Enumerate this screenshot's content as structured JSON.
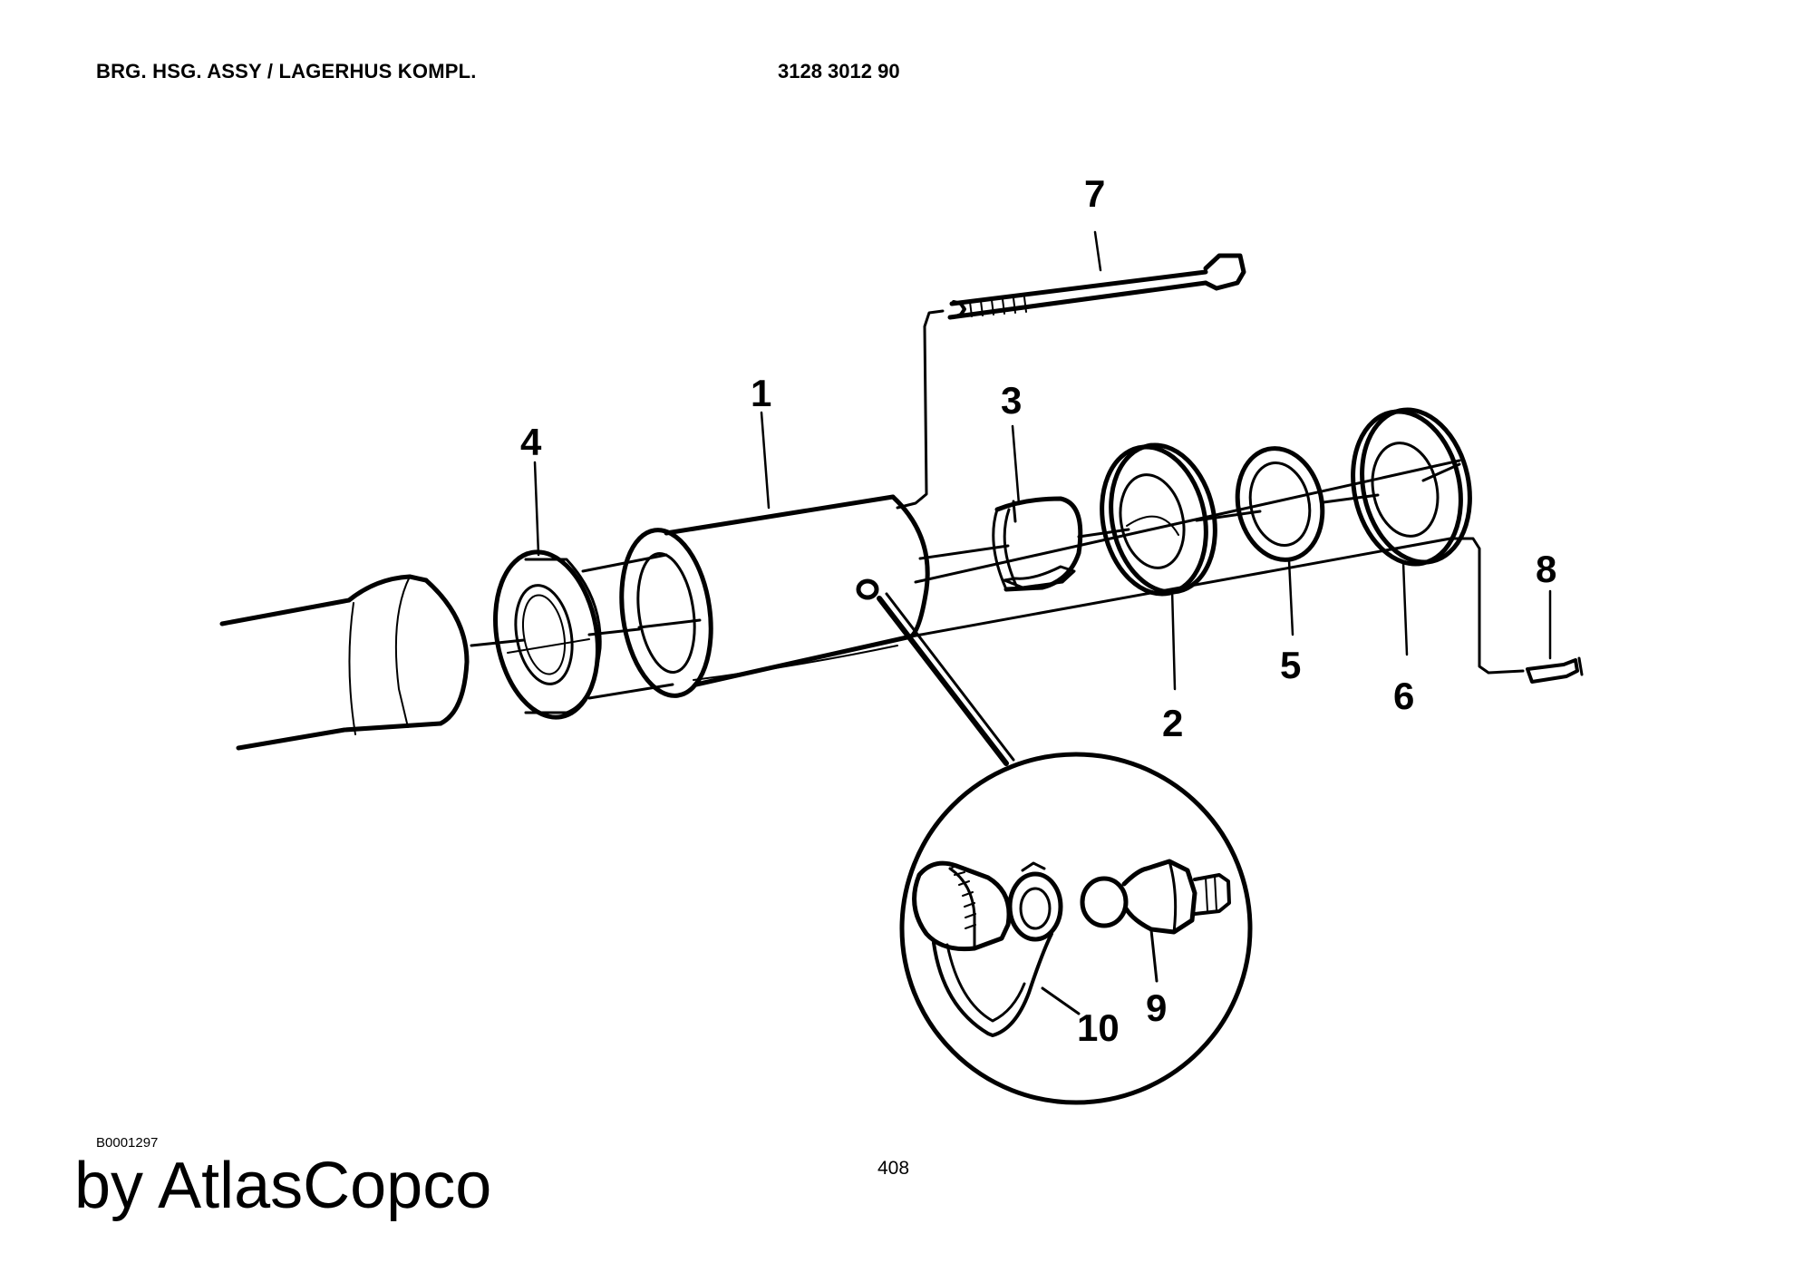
{
  "header": {
    "title": "BRG. HSG. ASSY / LAGERHUS KOMPL.",
    "part_number": "3128 3012 90"
  },
  "callouts": [
    {
      "id": "1",
      "label": "1"
    },
    {
      "id": "2",
      "label": "2"
    },
    {
      "id": "3",
      "label": "3"
    },
    {
      "id": "4",
      "label": "4"
    },
    {
      "id": "5",
      "label": "5"
    },
    {
      "id": "6",
      "label": "6"
    },
    {
      "id": "7",
      "label": "7"
    },
    {
      "id": "8",
      "label": "8"
    },
    {
      "id": "9",
      "label": "9"
    },
    {
      "id": "10",
      "label": "10"
    }
  ],
  "footer": {
    "drawing_code": "B0001297",
    "page_number": "408",
    "brand": "by AtlasCopco"
  }
}
